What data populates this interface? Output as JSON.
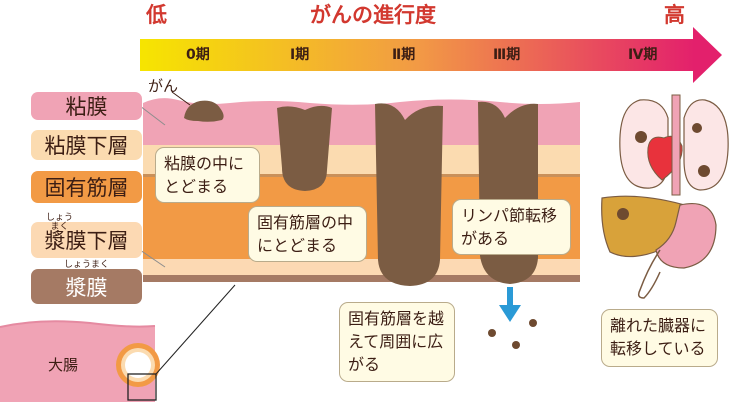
{
  "header": {
    "low_label": "低",
    "title": "がんの進行度",
    "high_label": "高",
    "stages": [
      "0期",
      "Ⅰ期",
      "Ⅱ期",
      "Ⅲ期",
      "Ⅳ期"
    ],
    "arrow_gradient": {
      "start": "#f6e500",
      "end": "#e3206c"
    }
  },
  "cancer_label": "がん",
  "layers": [
    {
      "label": "粘膜",
      "ruby": "",
      "color": "#f0a3b5"
    },
    {
      "label": "粘膜下層",
      "ruby": "",
      "color": "#fbdbb0"
    },
    {
      "label": "固有筋層",
      "ruby": "",
      "color": "#f29a45"
    },
    {
      "label": "漿膜下層",
      "ruby": "しょうまく",
      "color": "#fcd9b3"
    },
    {
      "label": "漿膜",
      "ruby": "しょうまく",
      "color": "#a57a64"
    }
  ],
  "callouts": {
    "mucosa": "粘膜の中に\nとどまる",
    "muscle": "固有筋層の中\nにとどまる",
    "beyond": "固有筋層を越\nえて周囲に広\nがる",
    "lymph": "リンパ節転移\nがある",
    "distant": "離れた臓器に\n転移している"
  },
  "colon_label": "大腸",
  "colors": {
    "tumor": "#7b5c43",
    "arrow_blue": "#2a9ad6",
    "organ_dot": "#6e4a30"
  }
}
